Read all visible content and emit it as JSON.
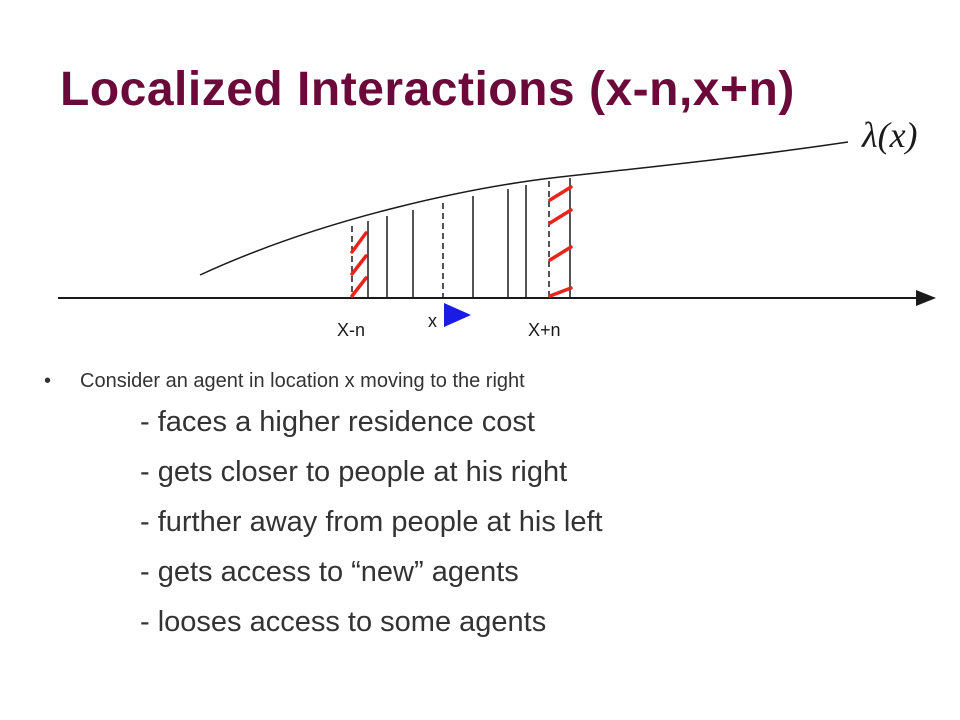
{
  "slide": {
    "title": "Localized Interactions (x-n,x+n)",
    "bullet_marker": "•",
    "bullet": "Consider an agent in location x moving to the right",
    "sub_items": [
      "- faces a higher residence cost",
      "- gets closer to people at his right",
      "- further away from people at his left",
      "- gets access to “new” agents",
      "- looses access to some agents"
    ]
  },
  "diagram": {
    "curve_label": "λ(x)",
    "label_left": "X-n",
    "label_center": "x",
    "label_right": "X+n"
  },
  "colors": {
    "title": "#6b0a3a",
    "text": "#333333",
    "hatch": "#e8241b",
    "arrow": "#1b1be6"
  }
}
